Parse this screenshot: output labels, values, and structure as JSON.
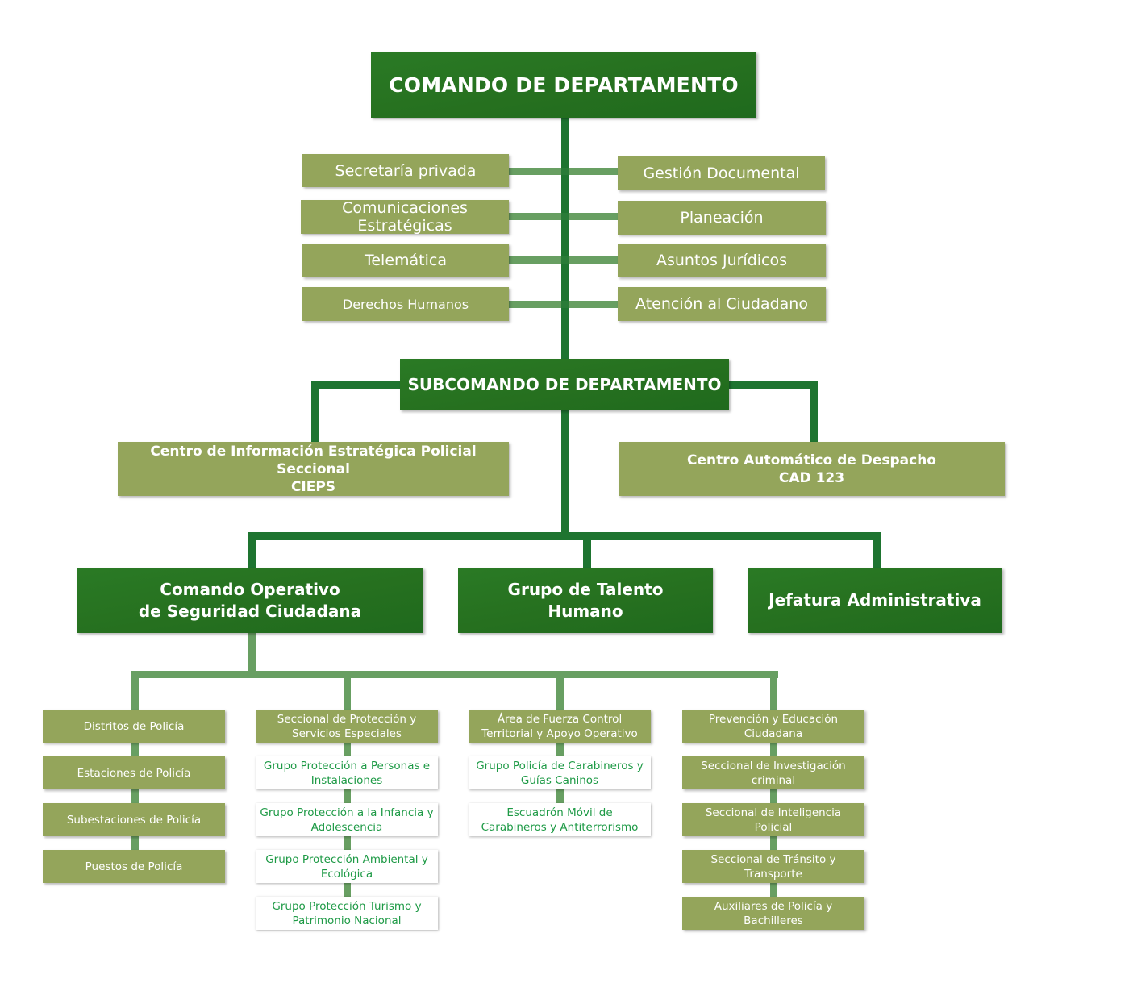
{
  "colors": {
    "main_box": "#26701f",
    "staff_box": "#94a55b",
    "sub_box": "#ffffff",
    "sub_text": "#1e9a46",
    "connector_dark": "#1e7430",
    "connector_light": "#689f62"
  },
  "top": {
    "title": "COMANDO DE DEPARTAMENTO"
  },
  "staff": {
    "left": [
      "Secretaría privada",
      "Comunicaciones Estratégicas",
      "Telemática",
      "Derechos Humanos"
    ],
    "right": [
      "Gestión Documental",
      "Planeación",
      "Asuntos Jurídicos",
      "Atención al Ciudadano"
    ]
  },
  "subcommand": {
    "title": "SUBCOMANDO DE DEPARTAMENTO",
    "left": "Centro de Información Estratégica Policial Seccional\nCIEPS",
    "right": "Centro Automático de Despacho\nCAD 123"
  },
  "level3": [
    "Comando Operativo\nde Seguridad Ciudadana",
    "Grupo de Talento\nHumano",
    "Jefatura Administrativa"
  ],
  "columns": [
    {
      "head": "Distritos de Policía",
      "items": [
        "Estaciones de Policía",
        "Subestaciones de Policía",
        "Puestos de Policía"
      ]
    },
    {
      "head": "Seccional de Protección y\nServicios Especiales",
      "items": [
        "Grupo Protección a Personas e\nInstalaciones",
        "Grupo Protección a la Infancia y\nAdolescencia",
        "Grupo Protección Ambiental y\nEcológica",
        "Grupo Protección Turismo y\nPatrimonio Nacional"
      ]
    },
    {
      "head": "Área de Fuerza Control\nTerritorial y Apoyo Operativo",
      "items": [
        "Grupo Policía de Carabineros y\nGuías Caninos",
        "Escuadrón Móvil de\nCarabineros y Antiterrorismo"
      ]
    },
    {
      "head": "Prevención y Educación\nCiudadana",
      "items": [
        "Seccional de Investigación\ncriminal",
        "Seccional de Inteligencia\nPolicial",
        "Seccional de Tránsito y\nTransporte",
        "Auxiliares de Policía y\nBachilleres"
      ]
    }
  ]
}
